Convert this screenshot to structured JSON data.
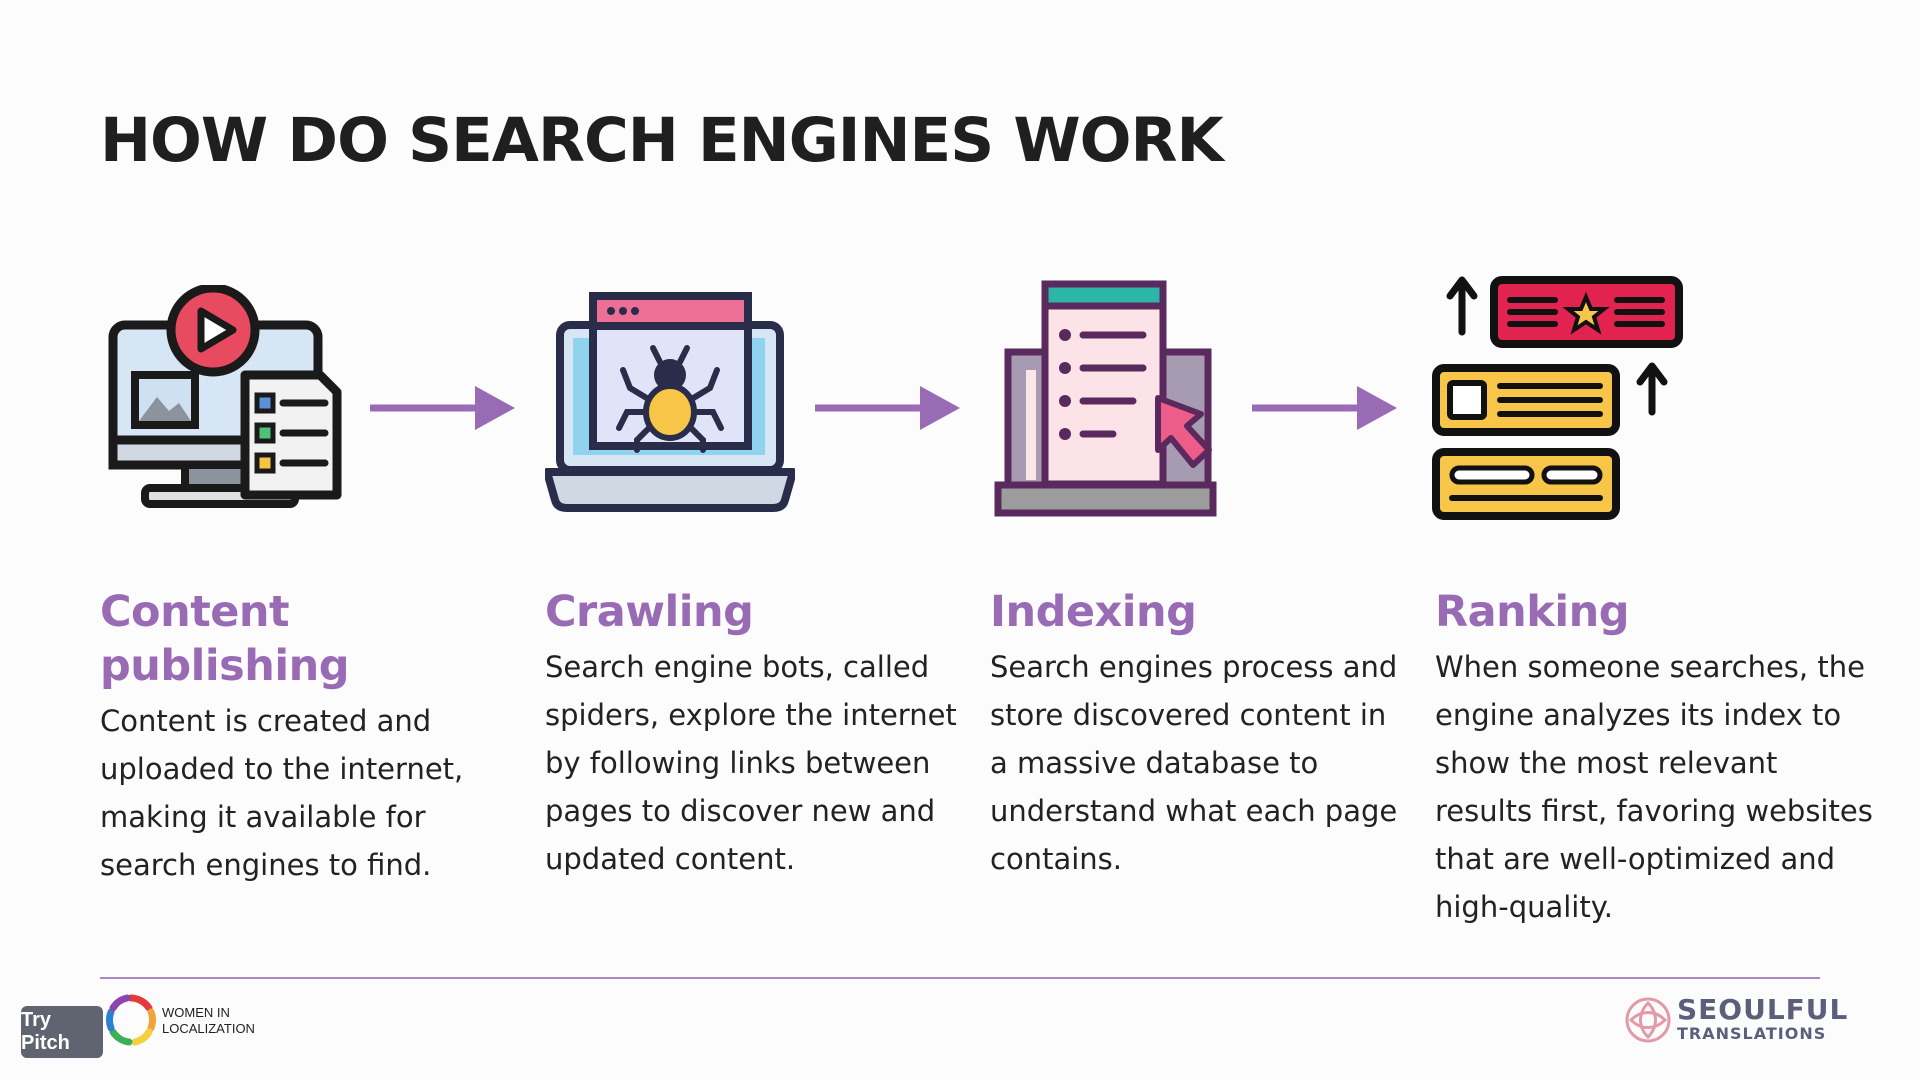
{
  "title": "HOW DO SEARCH ENGINES WORK",
  "steps": [
    {
      "heading": "Content publishing",
      "body": "Content is created and uploaded to the internet, making it available for search engines to find.",
      "icon": "monitor-media-icon"
    },
    {
      "heading": "Crawling",
      "body": "Search engine bots, called spiders, explore the internet by following links between pages to discover new and updated content.",
      "icon": "laptop-spider-icon"
    },
    {
      "heading": "Indexing",
      "body": "Search engines process and store discovered content in a massive database to understand what each page contains.",
      "icon": "indexing-document-icon"
    },
    {
      "heading": "Ranking",
      "body": "When someone searches, the engine analyzes its index to show the most relevant results first, favoring websites that are well-optimized and high-quality.",
      "icon": "ranking-cards-icon"
    }
  ],
  "footer": {
    "try_pitch": "Try Pitch",
    "partner_logo_text": "WOMEN IN\nLOCALIZATION",
    "brand_name": "SEOULFUL",
    "brand_sub": "TRANSLATIONS"
  },
  "colors": {
    "accent": "#9a6bb5",
    "arrow": "#9a6bb5",
    "divider": "#a98bc4",
    "title": "#1f1f1f"
  }
}
